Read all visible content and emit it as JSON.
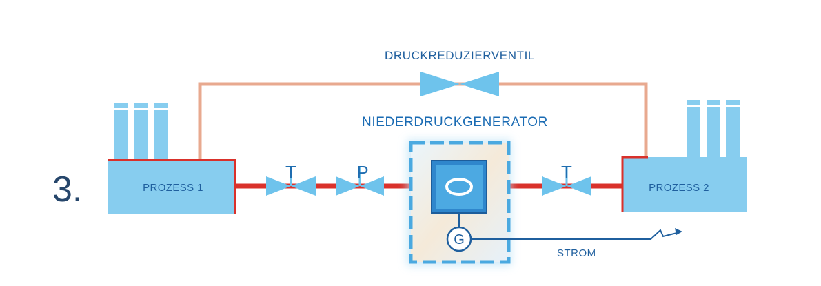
{
  "step_number": "3.",
  "labels": {
    "pressure_reducing_valve": "DRUCKREDUZIERVENTIL",
    "low_pressure_generator": "NIEDERDRUCKGENERATOR",
    "process_1": "PROZESS 1",
    "process_2": "PROZESS 2",
    "valve_t1": "T",
    "valve_p": "P",
    "valve_t2": "T",
    "generator_symbol": "G",
    "power_output": "STROM"
  },
  "colors": {
    "factory": "#87cdef",
    "valve": "#6ec3ec",
    "hot_pipe": "#d9312b",
    "bypass_pipe": "#e8a98f",
    "generator_box": "#4aa9e0",
    "line_blue": "#1f5f9e",
    "dashed_border": "#4aa9e0"
  },
  "icons": {
    "factory": "factory-icon",
    "valve": "valve-icon",
    "turbine": "turbine-icon",
    "generator": "generator-icon",
    "lightning_arrow": "lightning-arrow-icon"
  }
}
